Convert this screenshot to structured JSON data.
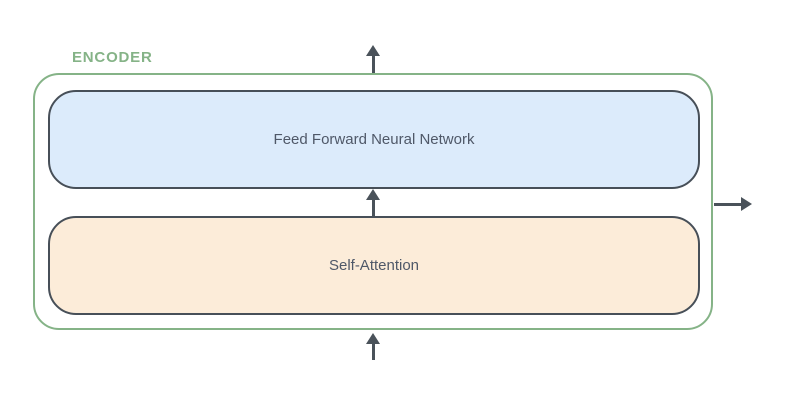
{
  "encoder": {
    "label": "ENCODER",
    "blocks": [
      {
        "id": "feed_forward",
        "label": "Feed Forward Neural Network"
      },
      {
        "id": "self_attention",
        "label": "Self-Attention"
      }
    ]
  },
  "arrows": [
    {
      "name": "input-arrow-bottom",
      "direction": "up"
    },
    {
      "name": "inter-block-arrow",
      "direction": "up"
    },
    {
      "name": "output-arrow-top",
      "direction": "up"
    },
    {
      "name": "output-arrow-right",
      "direction": "right"
    }
  ],
  "colors": {
    "background": "#ffffff",
    "container_border": "#85b387",
    "container_label": "#85b387",
    "block_border": "#474f58",
    "block_text": "#4f5868",
    "ffnn_fill": "#dcebfb",
    "attention_fill": "#fcecd9",
    "arrow": "#4a525a"
  }
}
